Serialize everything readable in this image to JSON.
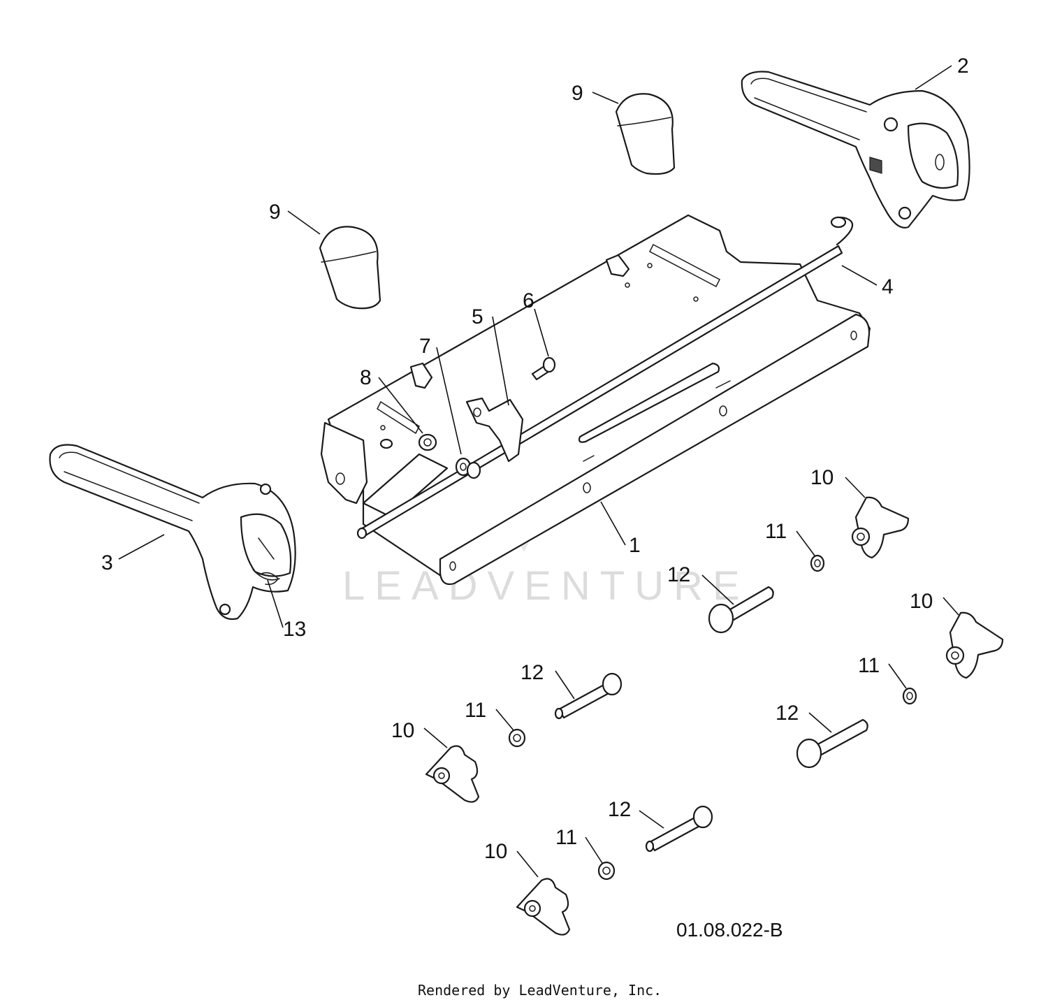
{
  "diagram": {
    "callouts": {
      "c1": "1",
      "c2": "2",
      "c3": "3",
      "c4": "4",
      "c5": "5",
      "c6": "6",
      "c7": "7",
      "c8": "8",
      "c9a": "9",
      "c9b": "9",
      "c10a": "10",
      "c10b": "10",
      "c10c": "10",
      "c10d": "10",
      "c11a": "11",
      "c11b": "11",
      "c11c": "11",
      "c11d": "11",
      "c12a": "12",
      "c12b": "12",
      "c12c": "12",
      "c12d": "12",
      "c13": "13"
    },
    "drawing_number": "01.08.022-B",
    "watermark": "LEADVENTURE"
  },
  "footer": {
    "text": "Rendered by LeadVenture, Inc."
  }
}
